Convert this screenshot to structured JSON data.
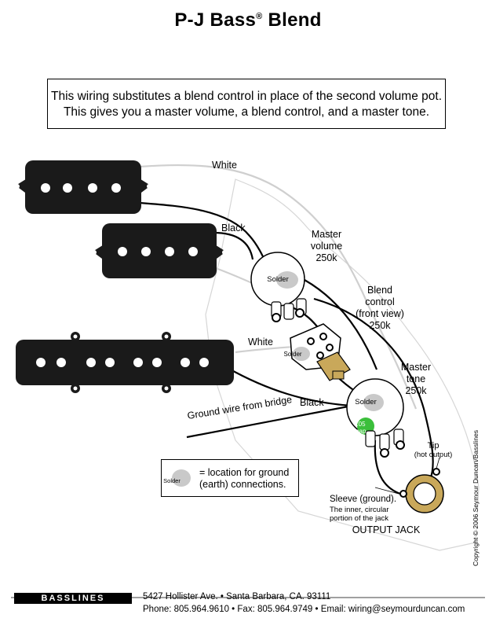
{
  "header": {
    "title_main": "P-J Bass",
    "title_reg": "®",
    "title_end": " Blend"
  },
  "intro": {
    "line1": "This wiring substitutes a blend control in place of the second volume pot.",
    "line2": "This gives you a master volume, a blend control, and a master tone."
  },
  "wires": {
    "white_top": "White",
    "black_top": "Black",
    "white_mid": "White",
    "black_mid": "Black",
    "ground_bridge": "Ground wire from bridge"
  },
  "controls": {
    "master_volume": [
      "Master",
      "volume",
      "250k"
    ],
    "blend": [
      "Blend",
      "control",
      "(front view)",
      "250k"
    ],
    "master_tone": [
      "Master",
      "tone",
      "250k"
    ],
    "solder": "Solder",
    "cap": [
      ".05",
      "cap"
    ]
  },
  "jack": {
    "tip": [
      "Tip",
      "(hot output)"
    ],
    "sleeve": [
      "Sleeve (ground).",
      "The inner, circular",
      "portion of the jack"
    ],
    "label": "OUTPUT JACK"
  },
  "legend": {
    "dot": "Solder",
    "line1": "= location for ground",
    "line2": "(earth) connections."
  },
  "copyright": "Copyright © 2006 Seymour Duncan/Basslines",
  "footer": {
    "logo": "BASSLINES",
    "address": "5427 Hollister Ave.  •  Santa Barbara, CA. 93111",
    "contact": "Phone: 805.964.9610  •  Fax: 805.964.9749  •  Email: wiring@seymourduncan.com"
  },
  "colors": {
    "pickup": "#1a1a1a",
    "pole": "#ffffff",
    "pot": "#ffffff",
    "solder": "#c9c9c9",
    "cap": "#3bbf3b",
    "jack_ring": "#c9a85a",
    "guard": "#d6d6d6"
  }
}
